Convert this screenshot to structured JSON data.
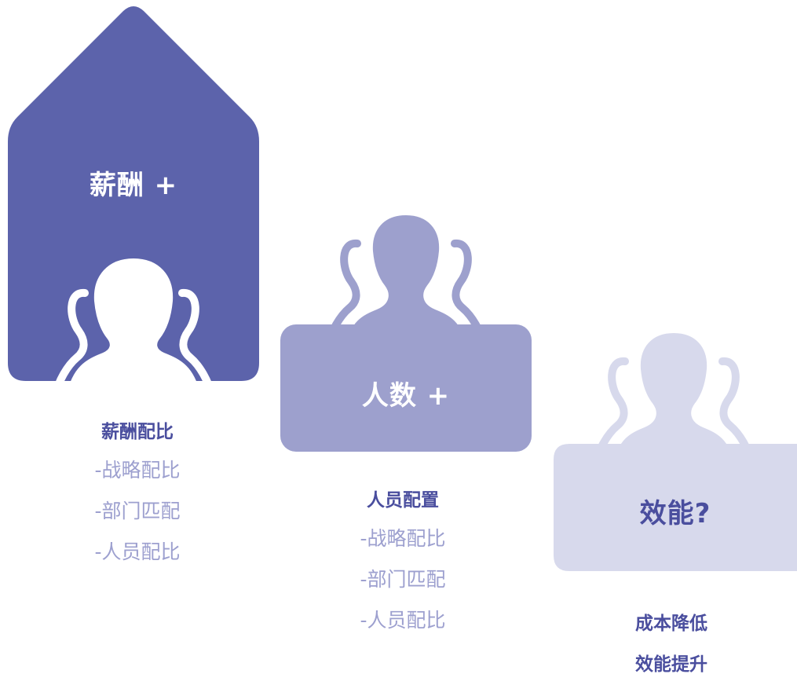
{
  "colors": {
    "salary_fill": "#5c63ab",
    "headcount_fill": "#9da0cd",
    "efficiency_fill": "#d7d9ec",
    "title_text": "#4a4e9e",
    "item_text": "#9da0cf"
  },
  "blocks": [
    {
      "label": "薪酬 +",
      "caption_title": "薪酬配比",
      "caption_items": [
        "-战略配比",
        "-部门匹配",
        "-人员配比"
      ]
    },
    {
      "label": "人数 +",
      "caption_title": "人员配置",
      "caption_items": [
        "-战略配比",
        "-部门匹配",
        "-人员配比"
      ]
    },
    {
      "label": "效能?",
      "caption_lines": [
        "成本降低",
        "效能提升"
      ]
    }
  ]
}
